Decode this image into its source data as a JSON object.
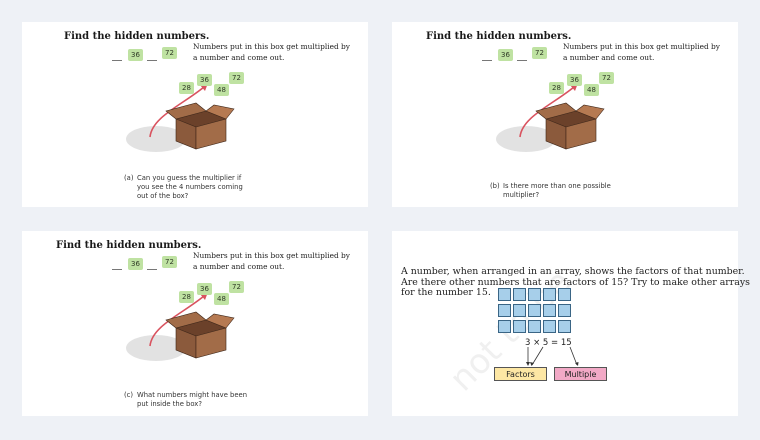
{
  "panels": [
    {
      "heading": "Find the hidden numbers.",
      "description": "Numbers put in this box get multiplied by a number and come out.",
      "top_tiles": [
        "36",
        "72"
      ],
      "out_tiles": [
        "28",
        "36",
        "48",
        "72"
      ],
      "question_label": "(a)",
      "question_line1": "Can you guess the multiplier if",
      "question_line2": "you see the 4 numbers coming",
      "question_line3": "out of the box?"
    },
    {
      "heading": "Find the hidden numbers.",
      "description": "Numbers put in this box get multiplied by a number and come out.",
      "top_tiles": [
        "36",
        "72"
      ],
      "out_tiles": [
        "28",
        "36",
        "48",
        "72"
      ],
      "question_label": "(b)",
      "question_line1": "Is there more than one possible",
      "question_line2": "multiplier?",
      "question_line3": ""
    },
    {
      "heading": "Find the hidden numbers.",
      "description": "Numbers put in this box get multiplied by a number and come out.",
      "top_tiles": [
        "36",
        "72"
      ],
      "out_tiles": [
        "28",
        "36",
        "48",
        "72"
      ],
      "question_label": "(c)",
      "question_line1": "What numbers might have been",
      "question_line2": "put inside the box?",
      "question_line3": ""
    }
  ],
  "array_panel": {
    "text": "A number, when arranged in an array, shows the factors of that number. Are there other numbers that are factors of 15? Try to make other arrays for the number 15.",
    "rows": 3,
    "cols": 5,
    "equation": "3 × 5 = 15",
    "factors_label": "Factors",
    "multiple_label": "Multiple",
    "watermark": "not to be"
  },
  "colors": {
    "tile": "#bfe2a2",
    "box": "#8b5a3c",
    "arrow": "#d9535f",
    "cell": "#a7cfea",
    "factors": "#fde7a4",
    "multiple": "#f2a9c6"
  }
}
